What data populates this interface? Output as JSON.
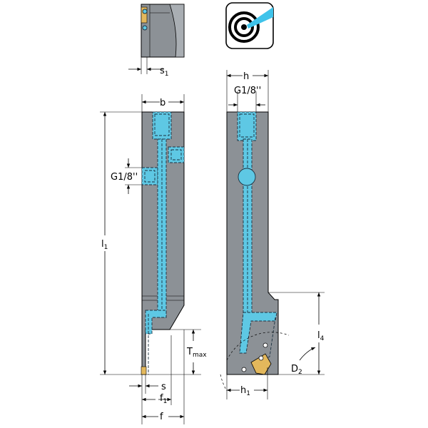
{
  "labels": {
    "s1": {
      "main": "s",
      "sub": "1"
    },
    "b": "b",
    "g18_left": "G1/8''",
    "l1": {
      "main": "l",
      "sub": "1"
    },
    "tmax": {
      "main": "T",
      "sub": "max"
    },
    "s": "s",
    "f1": {
      "main": "f",
      "sub": "1"
    },
    "f": "f",
    "h": "h",
    "g18_right": "G1/8''",
    "l4": {
      "main": "l",
      "sub": "4"
    },
    "d2": {
      "main": "D",
      "sub": "2"
    },
    "h1": {
      "main": "h",
      "sub": "1"
    }
  },
  "colors": {
    "body": "#8c9196",
    "coolant": "#5ec8e4",
    "insert": "#e3b85c",
    "badge_jet": "#3fc3ea"
  },
  "icons": {
    "coolant_badge": "internal-coolant-target-icon"
  }
}
